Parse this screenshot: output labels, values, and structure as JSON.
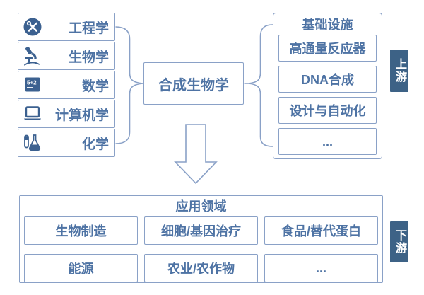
{
  "colors": {
    "border": "#8aa1c7",
    "text": "#4e73a4",
    "badge_bg": "#3d6286",
    "badge_text": "#ffffff",
    "icon": "#3c6190",
    "background": "#ffffff"
  },
  "left_panel": {
    "items": [
      {
        "icon": "tools-icon",
        "label": "工程学"
      },
      {
        "icon": "microscope-icon",
        "label": "生物学"
      },
      {
        "icon": "blackboard-icon",
        "label": "数学"
      },
      {
        "icon": "laptop-icon",
        "label": "计算机学"
      },
      {
        "icon": "flask-icon",
        "label": "化学"
      }
    ]
  },
  "center": {
    "label": "合成生物学"
  },
  "right_panel": {
    "title": "基础设施",
    "items": [
      "高通量反应器",
      "DNA合成",
      "设计与自动化",
      "..."
    ]
  },
  "upstream_badge": {
    "label": "上游"
  },
  "bottom_panel": {
    "title": "应用领域",
    "items": [
      "生物制造",
      "细胞/基因治疗",
      "食品/替代蛋白",
      "能源",
      "农业/农作物",
      "..."
    ]
  },
  "downstream_badge": {
    "label": "下游"
  },
  "blackboard_formula": "5+2"
}
